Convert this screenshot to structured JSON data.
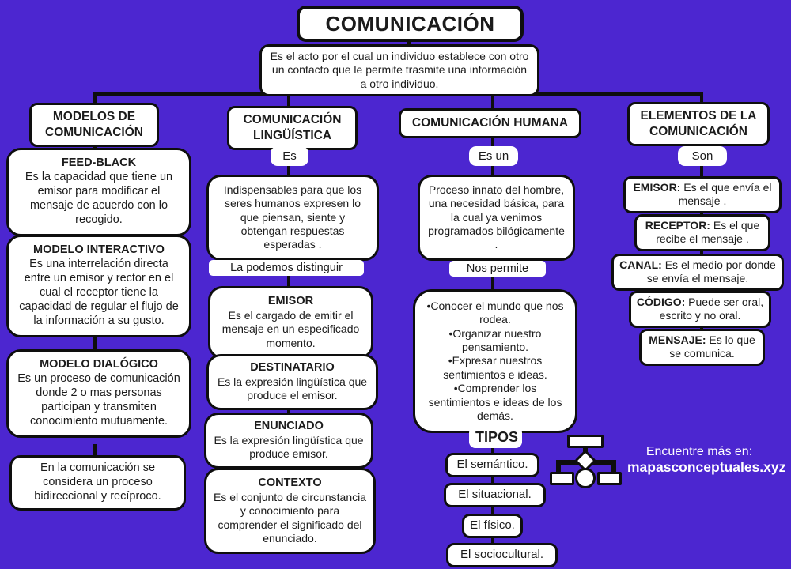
{
  "colors": {
    "background": "#4C26D0",
    "box_fill": "#FFFFFF",
    "border": "#0E0E0E",
    "brand_text": "#FFFFFF"
  },
  "title": "COMUNICACIÓN",
  "definition": "Es el acto por el cual un individuo establece con otro un contacto que le permite trasmite una información a otro individuo.",
  "modelos": {
    "header": "MODELOS DE COMUNICACIÓN",
    "feedback": {
      "title": "FEED-BLACK",
      "body": "Es la capacidad que tiene un emisor para modificar el mensaje de acuerdo con lo recogido."
    },
    "interactivo": {
      "title": "MODELO INTERACTIVO",
      "body": "Es una interrelación directa entre un emisor y rector en el cual el receptor tiene la capacidad de regular el flujo de la información a su gusto."
    },
    "dialogico": {
      "title": "MODELO DIALÓGICO",
      "body": "Es un proceso de comunicación donde 2 o mas personas participan y transmiten conocimiento mutuamente."
    },
    "nota": "En la comunicación se considera un proceso bidireccional y recíproco."
  },
  "linguistica": {
    "header": "COMUNICACIÓN LINGÜÍSTICA",
    "connector": "Es",
    "intro": "Indispensables para que los seres humanos expresen lo que piensan, siente y obtengan respuestas esperadas .",
    "distinguir": "La podemos distinguir",
    "emisor": {
      "title": "EMISOR",
      "body": "Es el cargado de emitir el mensaje en un especificado momento."
    },
    "destinatario": {
      "title": "DESTINATARIO",
      "body": "Es la expresión lingüística que produce el emisor."
    },
    "enunciado": {
      "title": "ENUNCIADO",
      "body": "Es la expresión lingüística que produce emisor."
    },
    "contexto": {
      "title": "CONTEXTO",
      "body": "Es el conjunto de circunstancia y conocimiento para comprender el significado del enunciado."
    }
  },
  "humana": {
    "header": "COMUNICACIÓN HUMANA",
    "connector": "Es un",
    "intro": "Proceso innato del hombre, una necesidad básica, para la cual ya venimos programados bilógicamente .",
    "permite": "Nos permite",
    "beneficios": "•Conocer el mundo que nos rodea.\n•Organizar nuestro pensamiento.\n•Expresar nuestros sentimientos e ideas.\n•Comprender los sentimientos e ideas de los demás.",
    "tipos_label": "TIPOS",
    "tipos": [
      "El semántico.",
      "El situacional.",
      "El físico.",
      "El  sociocultural."
    ]
  },
  "elementos": {
    "header": "ELEMENTOS DE LA COMUNICACIÓN",
    "connector": "Son",
    "items": [
      {
        "label": "EMISOR:",
        "text": " Es el que envía el mensaje ."
      },
      {
        "label": "RECEPTOR:",
        "text": " Es el que recibe el mensaje ."
      },
      {
        "label": "CANAL:",
        "text": " Es el medio por donde se envía el mensaje."
      },
      {
        "label": "CÓDIGO:",
        "text": " Puede ser oral, escrito y no oral."
      },
      {
        "label": "MENSAJE:",
        "text": " Es lo que se comunica."
      }
    ]
  },
  "branding": {
    "prefix": "Encuentre más en:",
    "site": "mapasconceptuales.xyz",
    "logo": "concept-map-flowchart-icon"
  }
}
